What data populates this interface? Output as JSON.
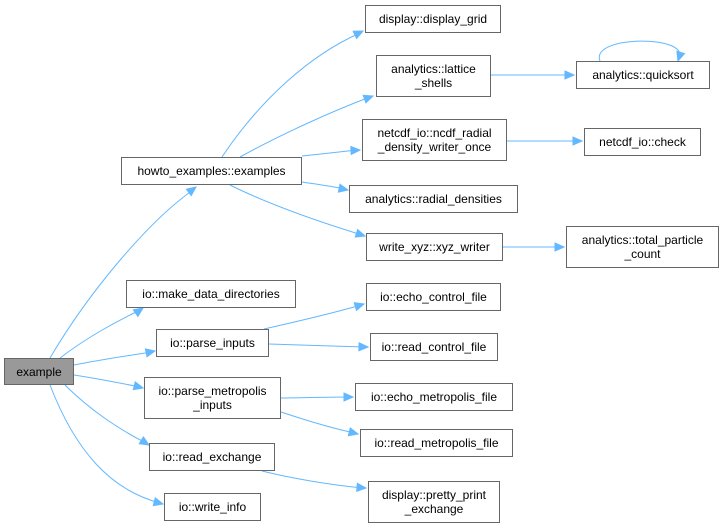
{
  "colors": {
    "edge": "#63b8ff",
    "border": "#666666",
    "root_fill": "#999999"
  },
  "nodes": [
    {
      "id": "example",
      "label": "example"
    },
    {
      "id": "howto",
      "label": "howto_examples::examples"
    },
    {
      "id": "make_dirs",
      "label": "io::make_data_directories"
    },
    {
      "id": "parse_inputs",
      "label": "io::parse_inputs"
    },
    {
      "id": "parse_metro",
      "label": "io::parse_metropolis\n_inputs"
    },
    {
      "id": "read_exchange",
      "label": "io::read_exchange"
    },
    {
      "id": "write_info",
      "label": "io::write_info"
    },
    {
      "id": "display_grid",
      "label": "display::display_grid"
    },
    {
      "id": "lattice_shells",
      "label": "analytics::lattice\n_shells"
    },
    {
      "id": "ncdf_radial",
      "label": "netcdf_io::ncdf_radial\n_density_writer_once"
    },
    {
      "id": "radial_densities",
      "label": "analytics::radial_densities"
    },
    {
      "id": "xyz_writer",
      "label": "write_xyz::xyz_writer"
    },
    {
      "id": "echo_control",
      "label": "io::echo_control_file"
    },
    {
      "id": "read_control",
      "label": "io::read_control_file"
    },
    {
      "id": "echo_metro",
      "label": "io::echo_metropolis_file"
    },
    {
      "id": "read_metro",
      "label": "io::read_metropolis_file"
    },
    {
      "id": "pretty_print",
      "label": "display::pretty_print\n_exchange"
    },
    {
      "id": "quicksort",
      "label": "analytics::quicksort"
    },
    {
      "id": "check",
      "label": "netcdf_io::check"
    },
    {
      "id": "total_particle",
      "label": "analytics::total_particle\n_count"
    }
  ]
}
